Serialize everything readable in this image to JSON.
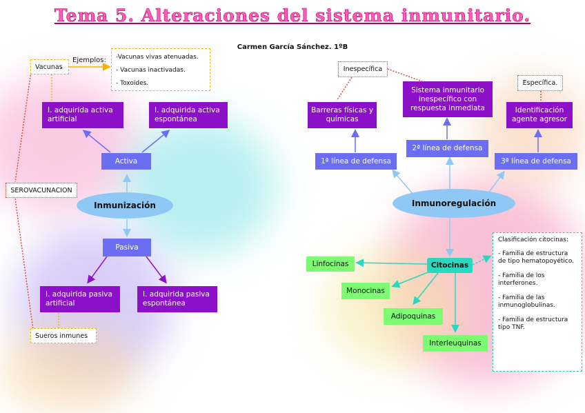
{
  "title": "Tema 5. Alteraciones del sistema inmunitario.",
  "author": "Carmen García Sánchez. 1ºB",
  "left": {
    "vacunas": "Vacunas",
    "ejemplos": "Ejemplos:",
    "examples": [
      "-Vacunas vivas atenuadas.",
      "- Vacunas inactivadas.",
      "- Toxoides."
    ],
    "serovacunacion": "SEROVACUNACION",
    "activa_artificial": "I. adquirida activa artificial",
    "activa_espontanea": "I. adquirida activa espontánea",
    "activa": "Activa",
    "inmunizacion": "Inmunización",
    "pasiva": "Pasiva",
    "pasiva_artificial": "I. adquirida pasiva artificial",
    "pasiva_espontanea": "I. adquirida pasiva espontánea",
    "sueros": "Sueros inmunes"
  },
  "right": {
    "inespecifica": "Inespecífica",
    "especifica": "Específica.",
    "barreras": "Barreras físicas y químicas",
    "sistema": "Sistema inmunitario inespecífico con respuesta inmediata",
    "identificacion": "Identificación agente agresor",
    "linea1": "1ª línea de defensa",
    "linea2": "2ª línea de defensa",
    "linea3": "3ª línea de defensa",
    "inmunoregulacion": "Inmunoregulación",
    "citocinas": "Citocinas",
    "linfocinas": "Linfocinas",
    "monocinas": "Monocinas",
    "adipoquinas": "Adipoquinas",
    "interleuquinas": "Interleuquinas",
    "clasif_title": "Clasificación citocinas:",
    "clasif_items": [
      "- Familia de estructura de tipo hematopoyético.",
      "- Familia de los interferones.",
      "- Familia de las inmunoglobulinas.",
      "- Familia de estructura tipo TNF."
    ]
  },
  "colors": {
    "purple": "#8b10c8",
    "blue": "#6b6ef2",
    "ellipse": "#8fc8f5",
    "green": "#7dfb72",
    "cyan": "#28d9c0",
    "title": "#ff5cb8"
  }
}
